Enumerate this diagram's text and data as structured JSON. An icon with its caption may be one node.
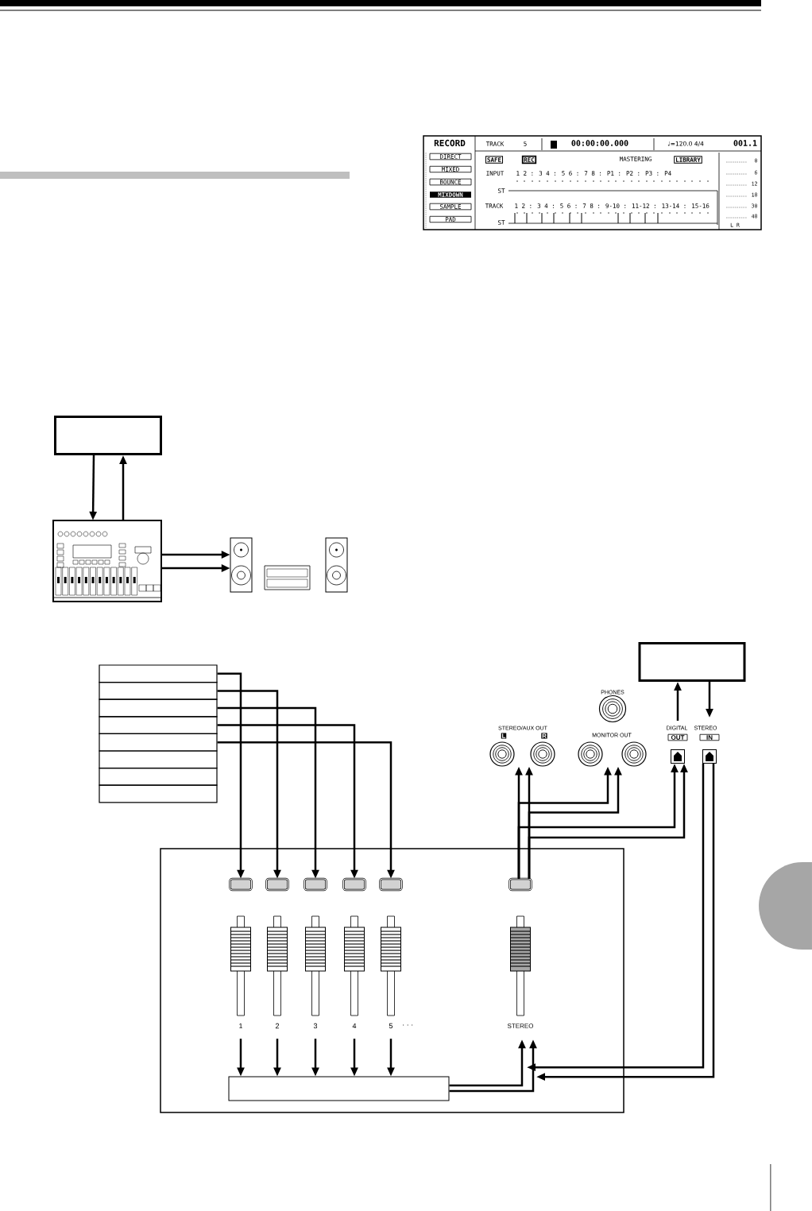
{
  "diagram": {
    "nodes": [
      {
        "text": [],
        "shape": "box"
      },
      {
        "text": [],
        "shape": "picture"
      },
      {
        "text": [],
        "shape": "picture"
      },
      {
        "text": [],
        "shape": "box"
      },
      {
        "text": [],
        "shape": "box"
      },
      {
        "text": [],
        "shape": "box"
      },
      {
        "text": [],
        "shape": "box"
      },
      {
        "text": [],
        "shape": "box"
      },
      {
        "text": [],
        "shape": "box"
      },
      {
        "text": [],
        "shape": "box"
      },
      {
        "text": [],
        "shape": "box"
      },
      {
        "text": [],
        "shape": "box"
      },
      {
        "text": [
          "PHONES"
        ]
      },
      {
        "text": [
          "L"
        ]
      },
      {
        "text": [
          "R"
        ]
      },
      {
        "text": [],
        "shape": "circle"
      },
      {
        "text": [],
        "shape": "circle"
      },
      {
        "text": [
          "OUT"
        ]
      },
      {
        "text": [
          "IN"
        ]
      },
      {
        "text": [],
        "shape": "box"
      },
      {
        "text": [],
        "shape": "box",
        "in": 19
      },
      {
        "text": [],
        "shape": "box",
        "in": 19
      },
      {
        "text": [],
        "shape": "box",
        "in": 19
      },
      {
        "text": [],
        "shape": "box",
        "in": 19
      },
      {
        "text": [],
        "shape": "box",
        "in": 19
      },
      {
        "text": [],
        "shape": "box",
        "in": 19
      },
      {
        "text": [
          "1"
        ],
        "in": 19
      },
      {
        "text": [
          "2"
        ],
        "in": 19
      },
      {
        "text": [
          "3"
        ],
        "in": 19
      },
      {
        "text": [
          "4"
        ],
        "in": 19
      },
      {
        "text": [
          "5"
        ],
        "in": 19,
        "beside": [
          "· · ·"
        ]
      },
      {
        "text": [
          "STEREO"
        ],
        "in": 19
      },
      {
        "text": [],
        "shape": "box",
        "in": 19
      }
    ],
    "edges": [
      {
        "from": 0,
        "to": 1,
        "arrow": "to"
      },
      {
        "from": 1,
        "to": 0,
        "arrow": "to"
      },
      {
        "from": 1,
        "to": 2,
        "arrow": "to"
      },
      {
        "from": 1,
        "to": 2,
        "arrow": "to"
      },
      {
        "from": 3,
        "to": 20,
        "arrow": "to"
      },
      {
        "from": 4,
        "to": 21,
        "arrow": "to"
      },
      {
        "from": 5,
        "to": 22,
        "arrow": "to"
      },
      {
        "from": 6,
        "to": 23,
        "arrow": "to"
      },
      {
        "from": 7,
        "to": 24,
        "arrow": "to"
      },
      {
        "from": 25,
        "to": 13,
        "arrow": "to"
      },
      {
        "from": 25,
        "to": 15,
        "arrow": "to"
      },
      {
        "from": 25,
        "to": 17,
        "arrow": "to"
      },
      {
        "from": 25,
        "to": 14,
        "arrow": "to"
      },
      {
        "from": 25,
        "to": 16,
        "arrow": "to"
      },
      {
        "from": 25,
        "to": 17,
        "arrow": "to"
      },
      {
        "from": 17,
        "to": 11,
        "arrow": "to"
      },
      {
        "from": 11,
        "to": 18,
        "arrow": "to"
      },
      {
        "from": 18,
        "to": 31,
        "arrow": "to"
      },
      {
        "from": 18,
        "to": 31,
        "arrow": "to"
      },
      {
        "from": 32,
        "to": 31,
        "arrow": "to"
      },
      {
        "from": 32,
        "to": 31,
        "arrow": "to"
      },
      {
        "from": 26,
        "to": 32,
        "arrow": "to"
      },
      {
        "from": 27,
        "to": 32,
        "arrow": "to"
      },
      {
        "from": 28,
        "to": 32,
        "arrow": "to"
      },
      {
        "from": 29,
        "to": 32,
        "arrow": "to"
      },
      {
        "from": 30,
        "to": 32,
        "arrow": "to"
      }
    ],
    "labels": [
      "RECORD",
      "DIRECT",
      "MIXED",
      "BOUNCE",
      "MIXDOWN",
      "SAMPLE",
      "PAD",
      "TRACK",
      "5",
      "00:00:00.000",
      "♩=120.0 4/4",
      "001.1",
      "SAFE",
      "REC",
      "MASTERING",
      "LIBRARY",
      "INPUT",
      "1 2 : 3 4 : 5 6 : 7 8 : P1 : P2 : P3 : P4",
      "ST",
      "TRACK",
      "1 2 : 3 4 : 5 6 : 7 8 : 9-10 : 11-12 : 13-14 : 15-16",
      "ST",
      "0",
      "6",
      "12",
      "18",
      "30",
      "48",
      "L R",
      "STEREO/AUX OUT",
      "MONITOR OUT",
      "DIGITAL",
      "STEREO"
    ]
  }
}
